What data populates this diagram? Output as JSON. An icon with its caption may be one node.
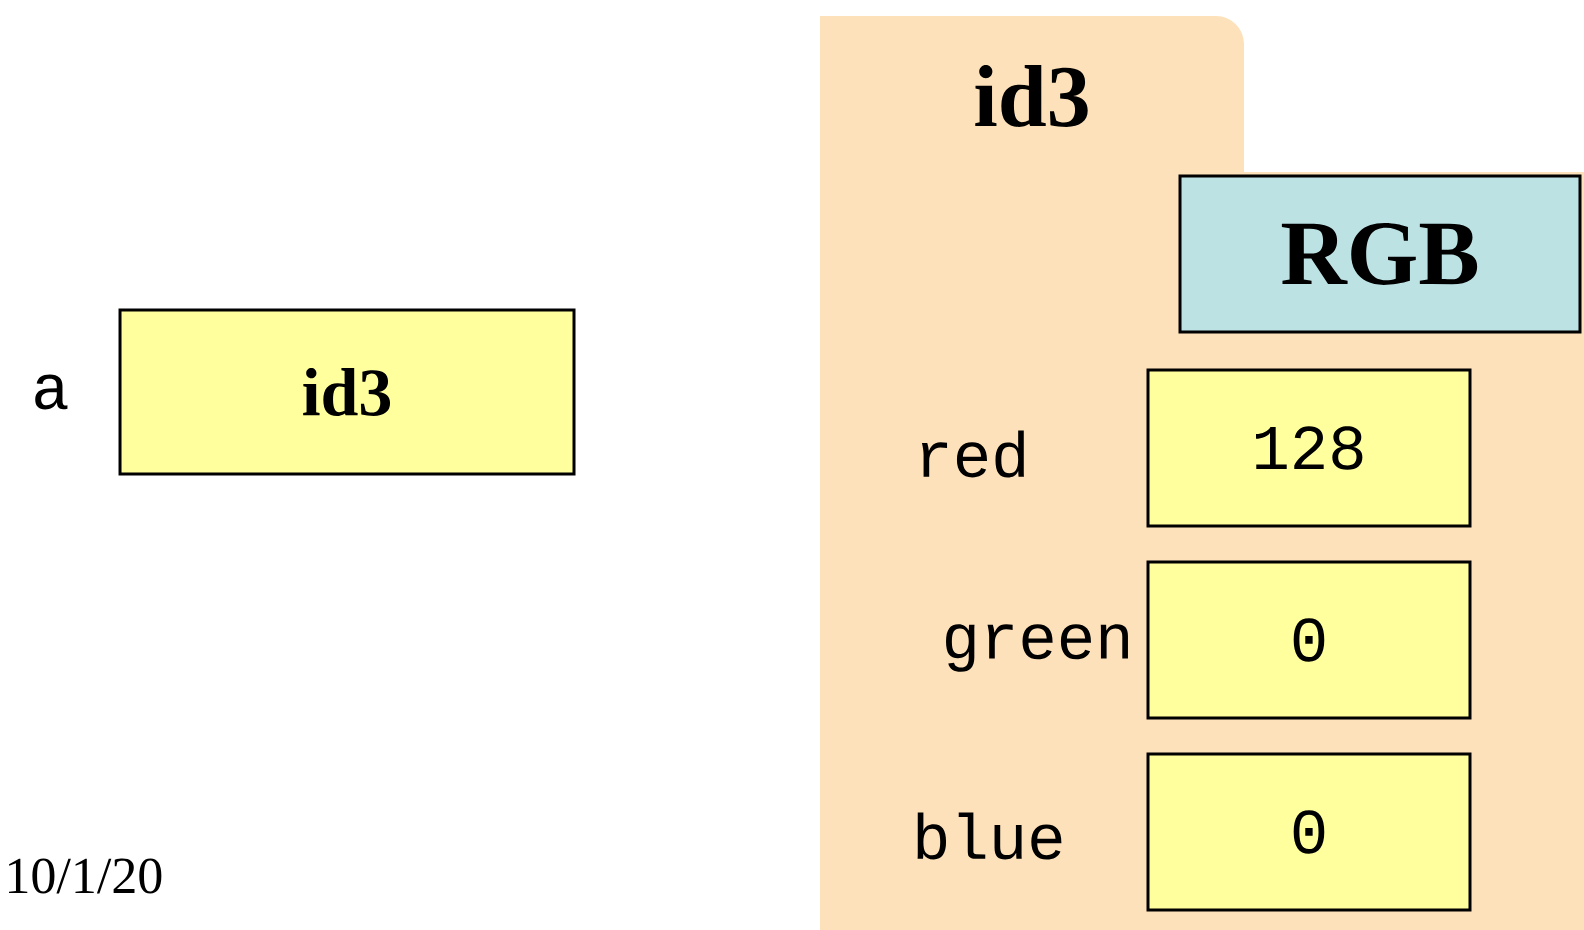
{
  "diagram": {
    "nodes": [
      {
        "text": [
          "id3"
        ],
        "beside": [
          "a"
        ]
      },
      {
        "text": [
          "id3"
        ]
      },
      {
        "text": [
          "RGB"
        ],
        "in": 1
      },
      {
        "text": [
          "128"
        ],
        "in": 1,
        "beside": [
          "red"
        ]
      },
      {
        "text": [
          "0"
        ],
        "in": 1,
        "beside": [
          "green"
        ]
      },
      {
        "text": [
          "0"
        ],
        "in": 1,
        "beside": [
          "blue"
        ]
      }
    ],
    "labels": [
      "10/1/20"
    ]
  }
}
